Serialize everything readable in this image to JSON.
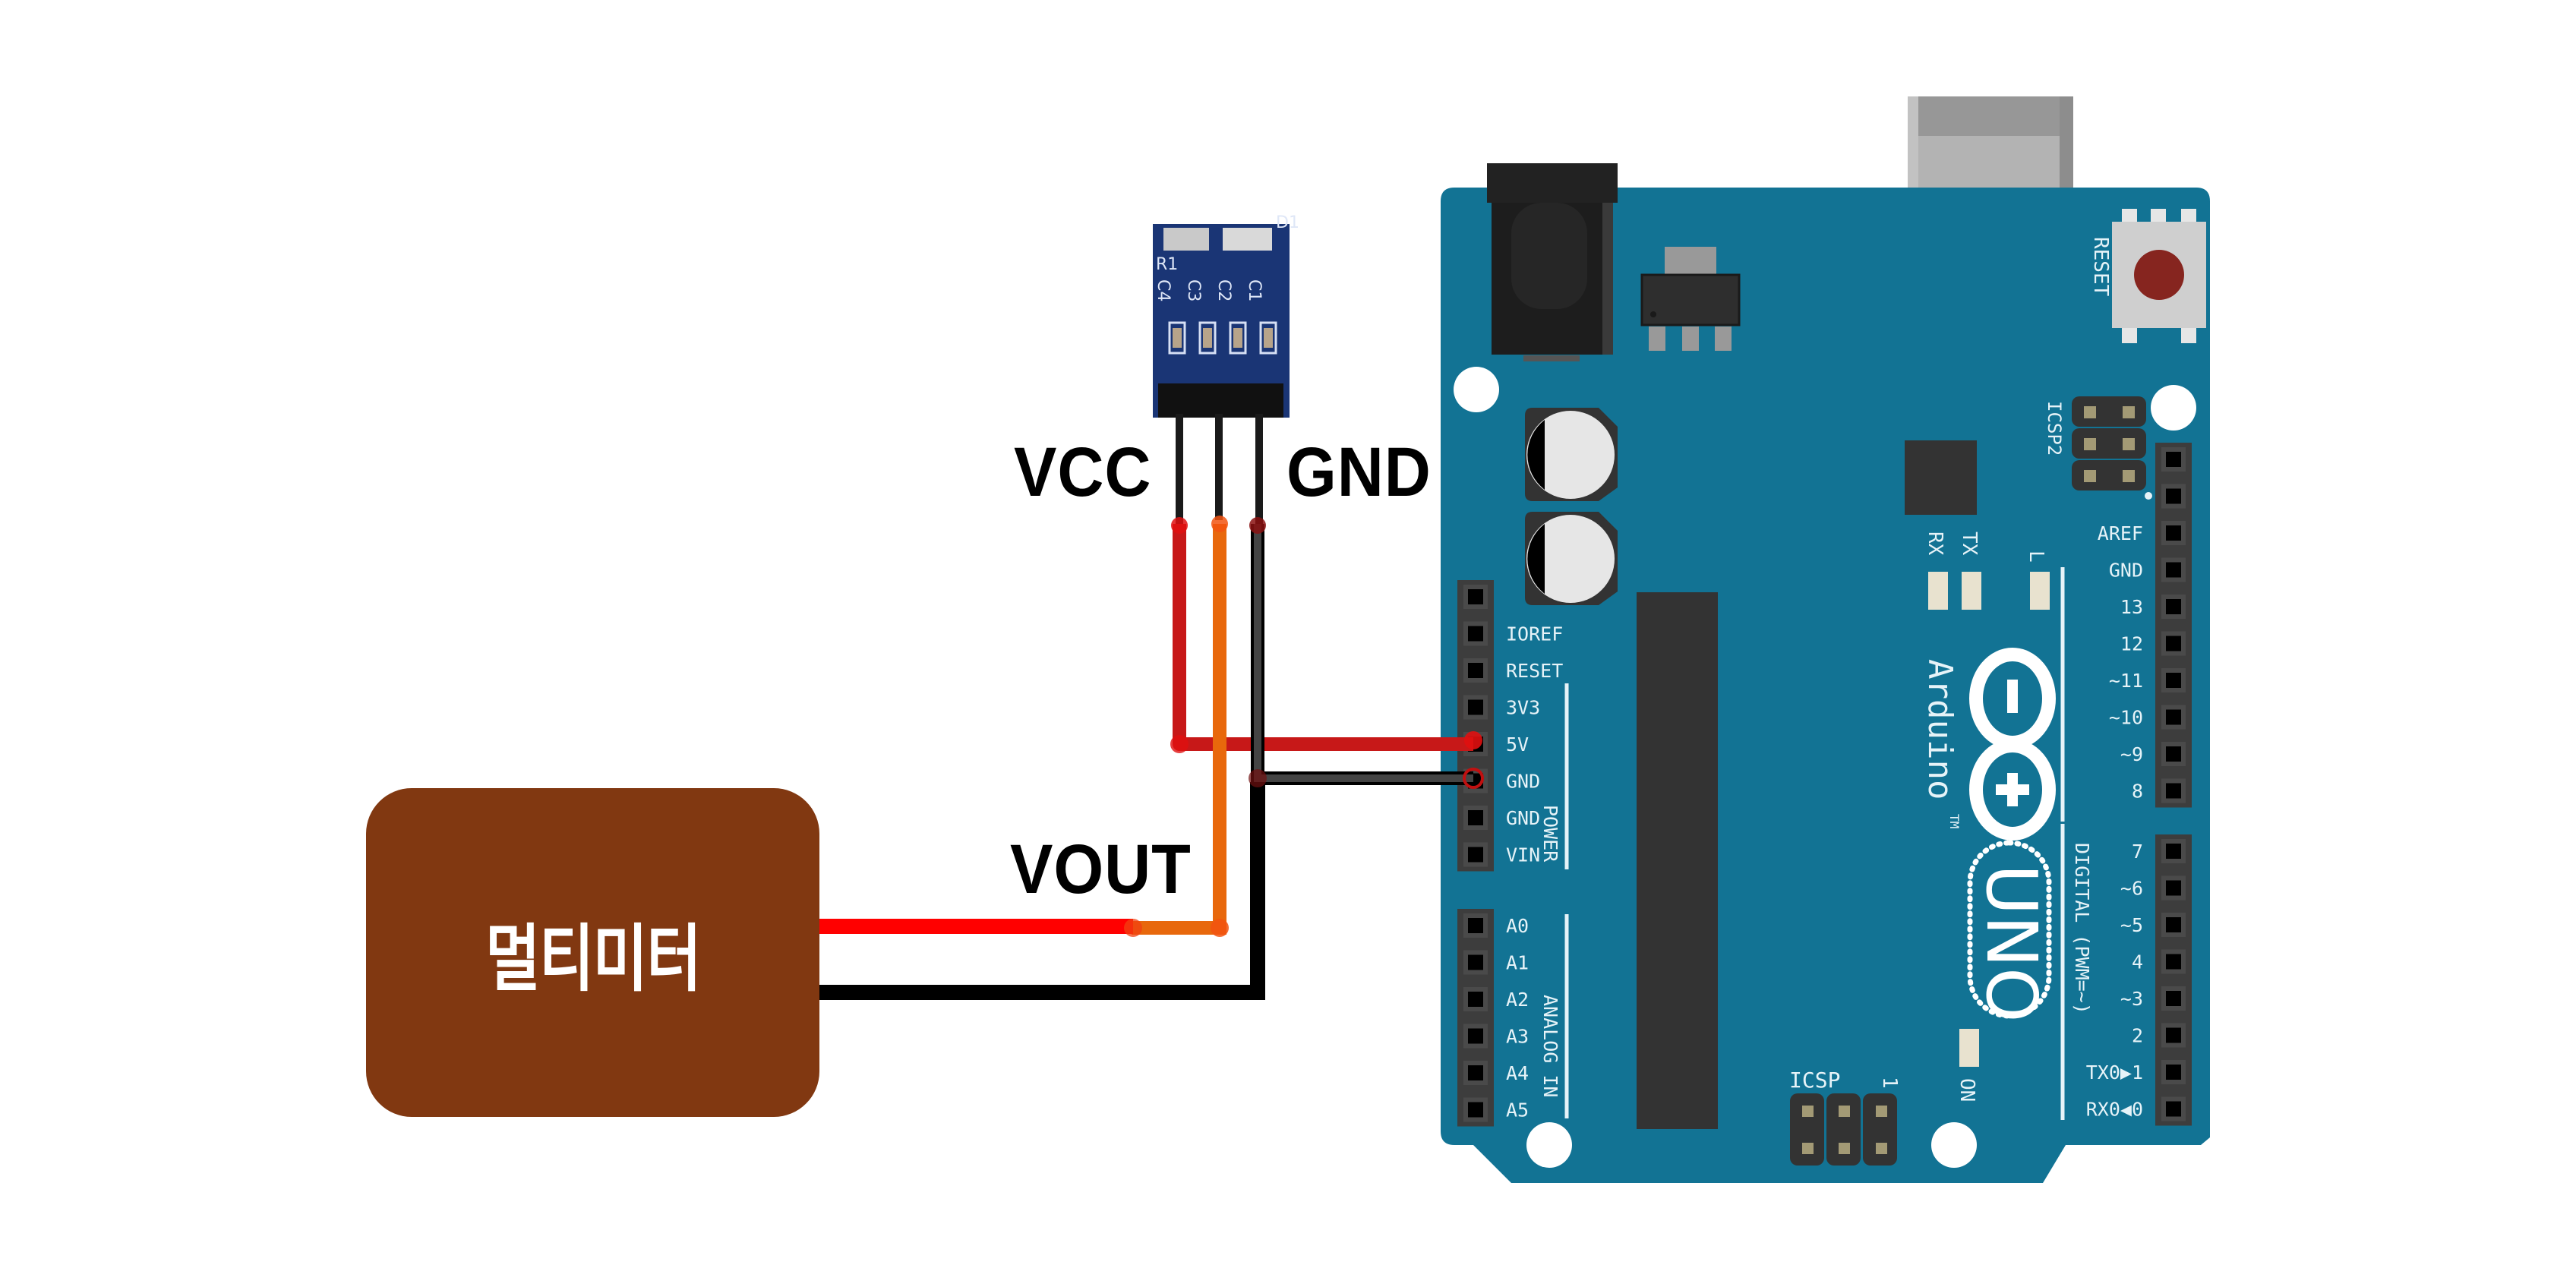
{
  "diagram": {
    "title": "Sensor module wiring to Arduino UNO with multimeter",
    "colors": {
      "board": "#127394",
      "board_edge": "#0f6585",
      "multimeter": "#813811",
      "wire_vcc": "#d11a1a",
      "wire_vout": "#e8680c",
      "wire_gnd": "#111111",
      "wire_mm_pos": "#ff0000",
      "module_pcb": "#16306e"
    },
    "labels": {
      "vcc": "VCC",
      "gnd": "GND",
      "vout": "VOUT",
      "multimeter": "멀티미터"
    },
    "sensor_module": {
      "silkscreen": [
        "R1",
        "C4",
        "C3",
        "C2",
        "C1",
        "D1"
      ],
      "pins": [
        "VCC",
        "VOUT",
        "GND"
      ]
    },
    "arduino": {
      "brand": "Arduino",
      "trademark": "TM",
      "model": "UNO",
      "reset_label": "RESET",
      "icsp2_label": "ICSP2",
      "icsp_label": "ICSP",
      "icsp_pin1": "1",
      "on_label": "ON",
      "led_labels": {
        "rx": "RX",
        "tx": "TX",
        "l": "L"
      },
      "power_header": {
        "section": "POWER",
        "pins": [
          "",
          "IOREF",
          "RESET",
          "3V3",
          "5V",
          "GND",
          "GND",
          "VIN"
        ]
      },
      "analog_header": {
        "section": "ANALOG IN",
        "pins": [
          "A0",
          "A1",
          "A2",
          "A3",
          "A4",
          "A5"
        ]
      },
      "digital_high_header": {
        "pins": [
          "",
          "",
          "AREF",
          "GND",
          "13",
          "12",
          "~11",
          "~10",
          "~9",
          "8"
        ]
      },
      "digital_low_header": {
        "section": "DIGITAL (PWM=~)",
        "pins": [
          "7",
          "~6",
          "~5",
          "4",
          "~3",
          "2",
          "TX0▶1",
          "RX0◀0"
        ]
      }
    },
    "connections": [
      {
        "from": "sensor VCC",
        "to": "Arduino 5V",
        "color": "red"
      },
      {
        "from": "sensor GND",
        "to": "Arduino GND",
        "color": "black"
      },
      {
        "from": "sensor VOUT",
        "to": "multimeter +",
        "color": "orange/red"
      },
      {
        "from": "sensor GND",
        "to": "multimeter -",
        "color": "black"
      }
    ]
  }
}
